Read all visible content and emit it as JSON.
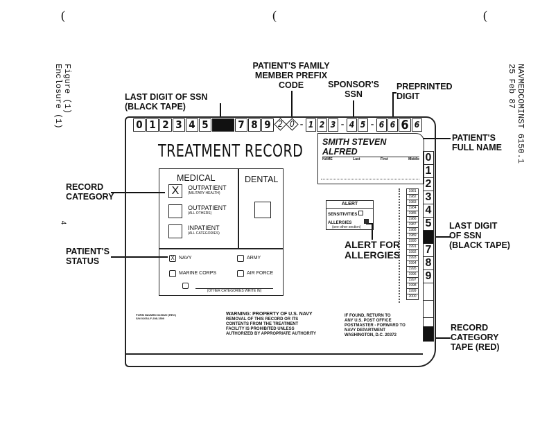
{
  "margin": {
    "figure": "Figure (1)",
    "enclosure": "Enclosure (1)",
    "instruction": "NAVMEDCOMINST 6150.1",
    "date": "25 Feb 87",
    "page_number": "4",
    "paren": "("
  },
  "callouts": {
    "last_digit_top": [
      "LAST DIGIT OF SSN",
      "(BLACK TAPE)"
    ],
    "prefix_code": [
      "PATIENT'S FAMILY",
      "MEMBER PREFIX",
      "CODE"
    ],
    "sponsor_ssn": [
      "SPONSOR'S",
      "SSN"
    ],
    "preprinted": [
      "PREPRINTED",
      "DIGIT"
    ],
    "full_name": [
      "PATIENT'S",
      "FULL NAME"
    ],
    "record_category": [
      "RECORD",
      "CATEGORY"
    ],
    "status": [
      "PATIENT'S",
      "STATUS"
    ],
    "last_digit_side": [
      "LAST DIGIT",
      "OF SSN",
      "(BLACK TAPE)"
    ],
    "alert_allergies": [
      "ALERT FOR",
      "ALLERGIES"
    ],
    "category_tape": [
      "RECORD",
      "CATEGORY",
      "TAPE (RED)"
    ]
  },
  "strip": {
    "digits": [
      "0",
      "1",
      "2",
      "3",
      "4",
      "5"
    ],
    "digits2": [
      "7",
      "8",
      "9"
    ],
    "prefix": [
      "2",
      "0"
    ],
    "ssn": [
      "1",
      "2",
      "3",
      "-",
      "4",
      "5",
      "-",
      "6",
      "6"
    ],
    "preprinted": "6",
    "last": "6"
  },
  "side_digits": [
    "0",
    "1",
    "2",
    "3",
    "4",
    "5",
    "",
    "7",
    "8",
    "9"
  ],
  "form": {
    "title": "TREATMENT RECORD",
    "name": "SMITH  STEVEN  ALFRED",
    "name_labels": [
      "NAME",
      "Last",
      "First",
      "Middle"
    ],
    "medical": "MEDICAL",
    "dental": "DENTAL",
    "categories": [
      {
        "label": "OUTPATIENT",
        "sub": "(MILITARY HEALTH)",
        "mark": "X"
      },
      {
        "label": "OUTPATIENT",
        "sub": "(ALL OTHERS)",
        "mark": ""
      },
      {
        "label": "INPATIENT",
        "sub": "(ALL CATEGORIES)",
        "mark": ""
      }
    ],
    "status": [
      {
        "label": "NAVY",
        "mark": "X"
      },
      {
        "label": "ARMY",
        "mark": ""
      },
      {
        "label": "MARINE CORPS",
        "mark": ""
      },
      {
        "label": "AIR FORCE",
        "mark": ""
      }
    ],
    "other_status": "(OTHER CATEGORIES WRITE IN)",
    "alert": {
      "title": "ALERT",
      "sensitivities": "SENSITIVITIES",
      "allergies": "ALLERGIES",
      "allergies_sub": "(see other section)"
    },
    "years": [
      "1981",
      "1982",
      "1983",
      "1984",
      "1985",
      "1986",
      "1987",
      "1988",
      "1989",
      "1990",
      "1991",
      "1992",
      "1993",
      "1994",
      "1995",
      "1996",
      "1997",
      "1998",
      "1999",
      "2000"
    ],
    "footer_left": [
      "FORM NAVMED 6150/20 (REV.)",
      "S/N 0105-LF-208-1500"
    ],
    "warning": [
      "WARNING: PROPERTY OF U.S. NAVY",
      "REMOVAL OF THIS RECORD OR ITS",
      "CONTENTS FROM THE TREATMENT",
      "FACILITY IS PROHIBITED UNLESS",
      "AUTHORIZED BY APPROPRIATE AUTHORITY"
    ],
    "return": [
      "IF FOUND, RETURN TO",
      "ANY U.S. POST OFFICE",
      "POSTMASTER - FORWARD TO",
      "NAVY DEPARTMENT",
      "WASHINGTON, D.C. 20372"
    ]
  }
}
